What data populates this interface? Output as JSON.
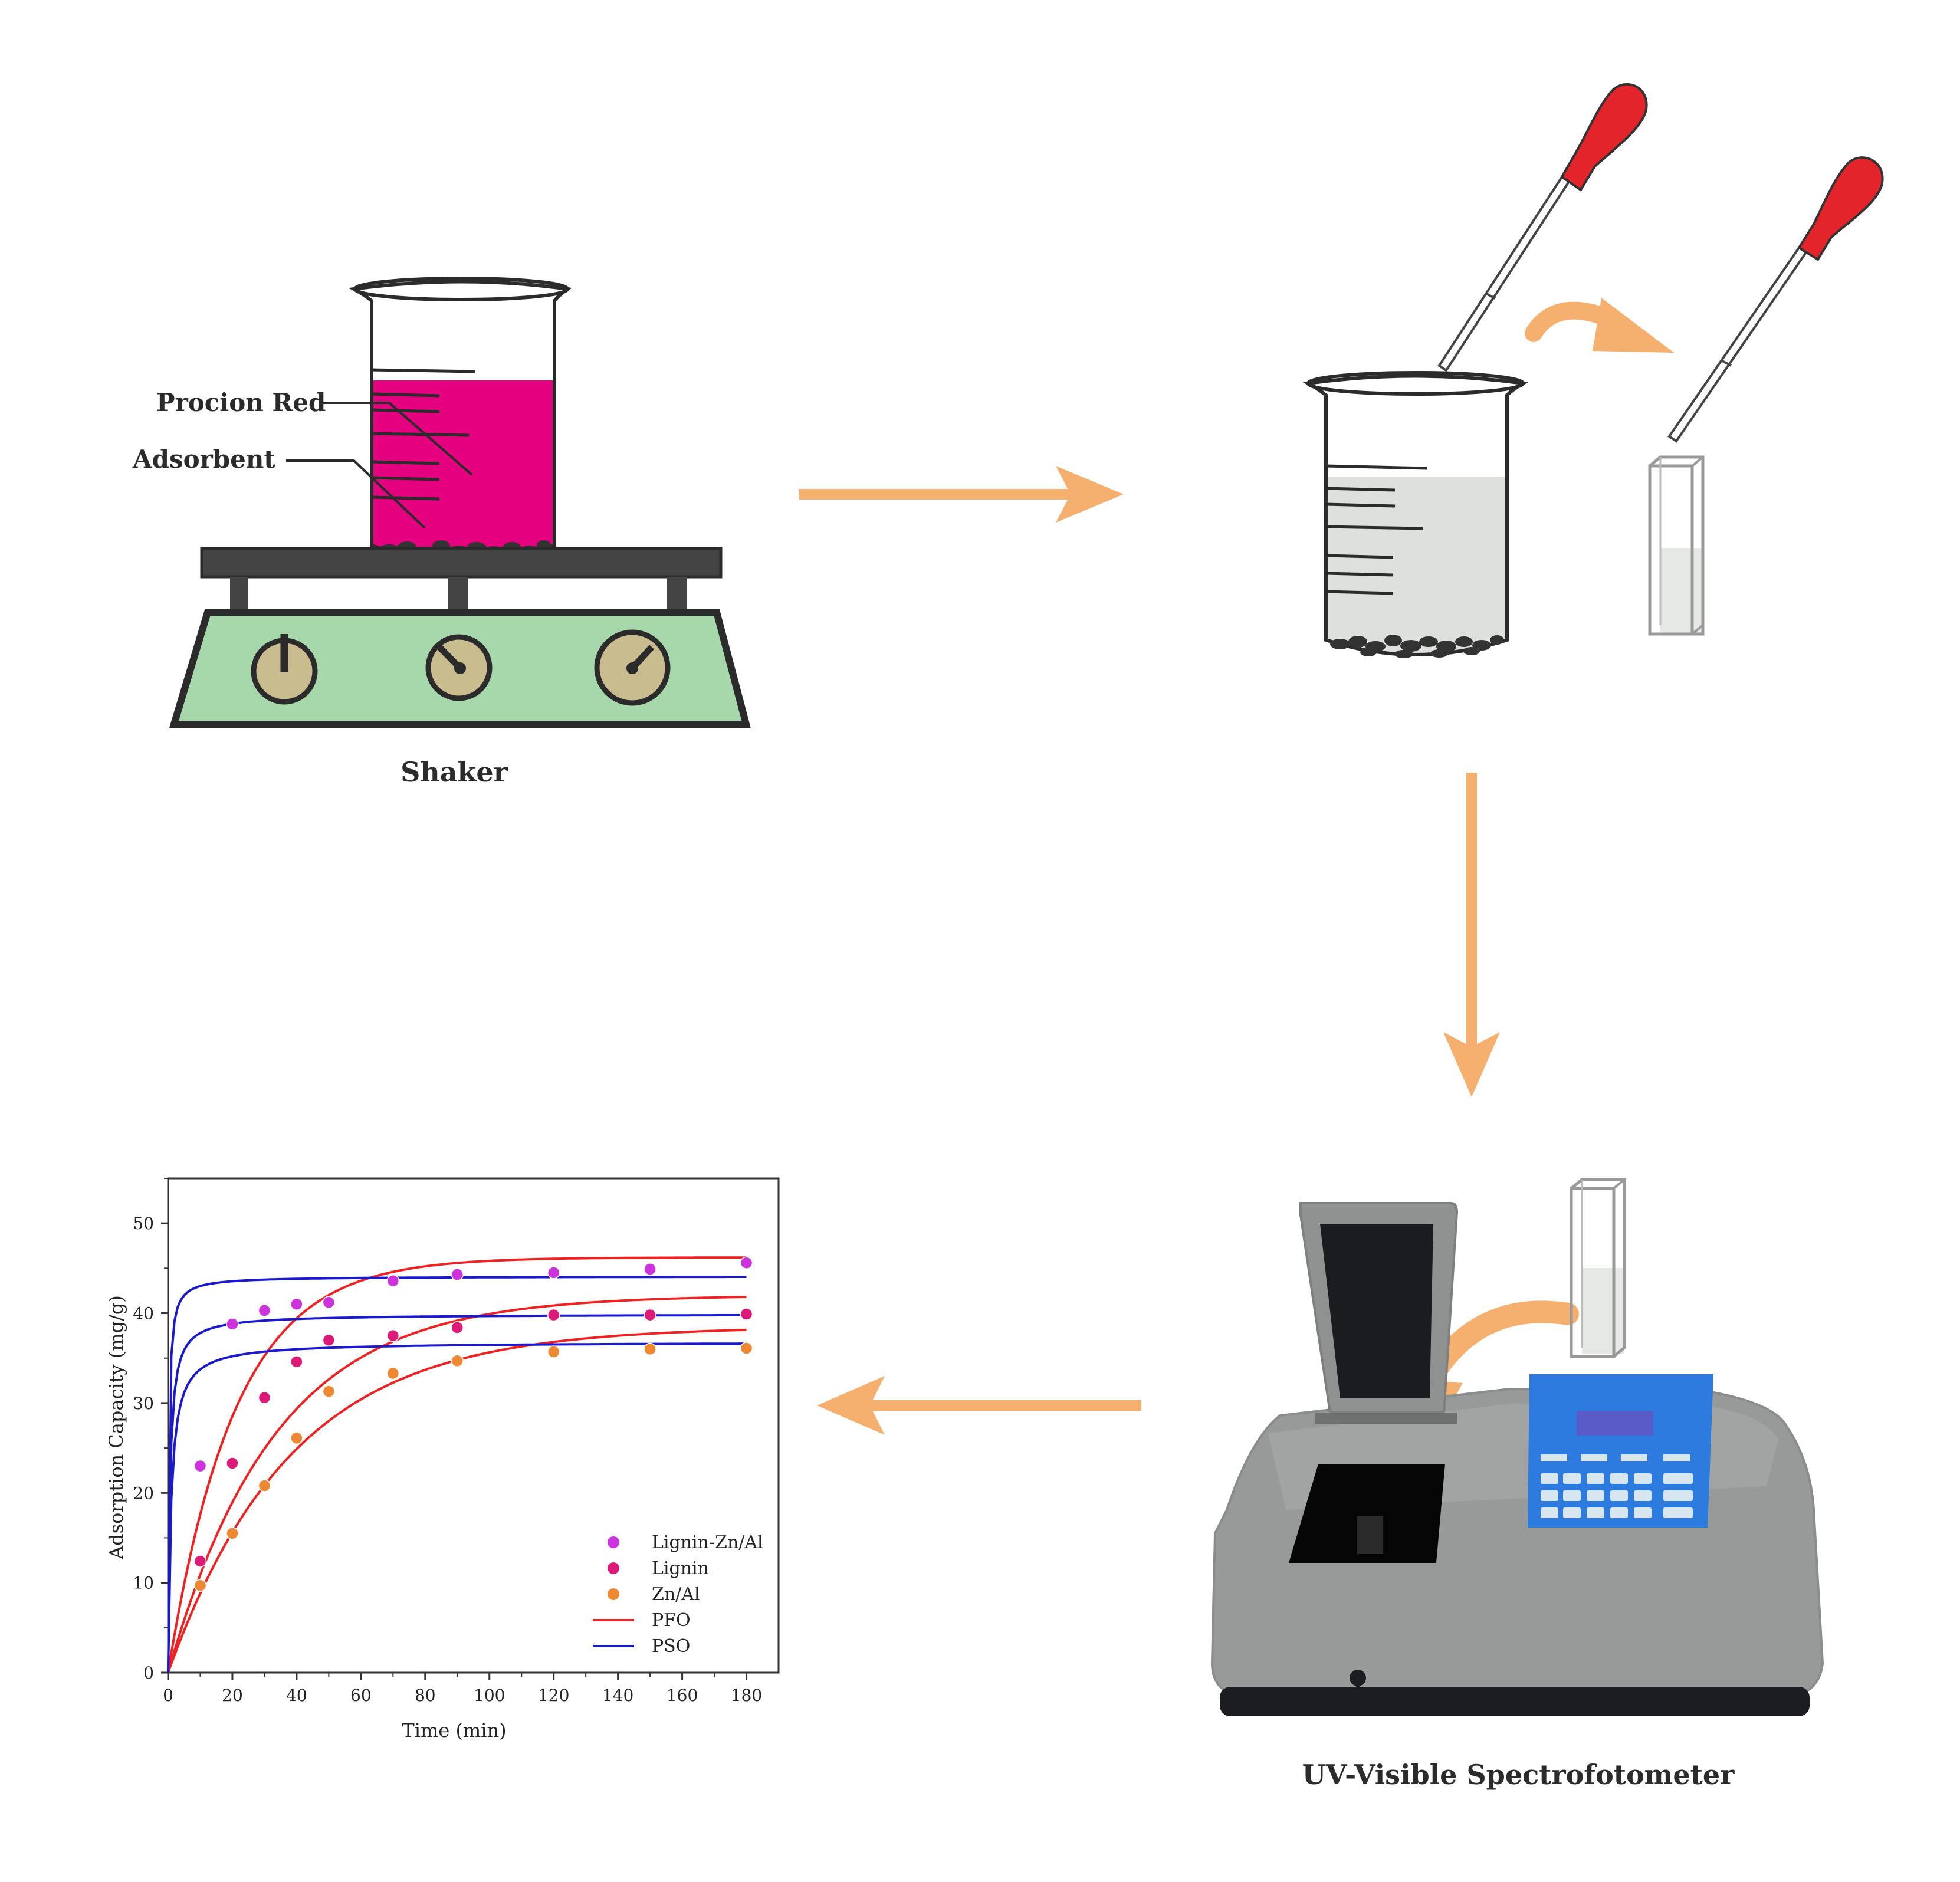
{
  "labels": {
    "procion_red": "Procion Red",
    "adsorbent": "Adsorbent",
    "shaker": "Shaker",
    "spectro": "UV-Visible Spectrofotometer"
  },
  "colors": {
    "arrow": "#f5b06f",
    "dye": "#e4007f",
    "pipette_bulb": "#e3242b",
    "shaker_panel": "#a7d8ac",
    "keypad": "#2e7be0",
    "pfo_line": "#ee2222",
    "pso_line": "#1a1acc"
  },
  "chart_data": {
    "type": "scatter",
    "xlabel": "Time (min)",
    "ylabel": "Adsorption Capacity (mg/g)",
    "xlim": [
      0,
      190
    ],
    "ylim": [
      0,
      55
    ],
    "xticks": [
      0,
      20,
      40,
      60,
      80,
      100,
      120,
      140,
      160,
      180
    ],
    "yticks": [
      0,
      10,
      20,
      30,
      40,
      50
    ],
    "legend_position": "bottom-right",
    "series": [
      {
        "name": "Lignin-Zn/Al",
        "color": "#cc33dd",
        "x": [
          10,
          20,
          30,
          40,
          50,
          70,
          90,
          120,
          150,
          180
        ],
        "y": [
          23.0,
          38.8,
          40.3,
          41.0,
          41.2,
          43.6,
          44.3,
          44.5,
          44.9,
          45.6
        ]
      },
      {
        "name": "Lignin",
        "color": "#dd1a77",
        "x": [
          10,
          20,
          30,
          40,
          50,
          70,
          90,
          120,
          150,
          180
        ],
        "y": [
          12.4,
          23.3,
          30.6,
          34.6,
          37.0,
          37.5,
          38.4,
          39.8,
          39.8,
          39.9
        ]
      },
      {
        "name": "Zn/Al",
        "color": "#ee8833",
        "x": [
          10,
          20,
          30,
          40,
          50,
          70,
          90,
          120,
          150,
          180
        ],
        "y": [
          9.7,
          15.5,
          20.8,
          26.1,
          31.3,
          33.3,
          34.7,
          35.7,
          36.0,
          36.1
        ]
      }
    ],
    "fits": [
      {
        "name": "PFO",
        "color": "#ee2222",
        "model": "pfo",
        "curves": [
          {
            "qe": 46.2,
            "k": 0.048
          },
          {
            "qe": 42.0,
            "k": 0.03
          },
          {
            "qe": 38.5,
            "k": 0.026
          }
        ]
      },
      {
        "name": "PSO",
        "color": "#1a1acc",
        "model": "pso",
        "curves": [
          {
            "qe": 44.1,
            "k": 0.09
          },
          {
            "qe": 39.9,
            "k": 0.045
          },
          {
            "qe": 36.8,
            "k": 0.03
          }
        ]
      }
    ],
    "legend": [
      "Lignin-Zn/Al",
      "Lignin",
      "Zn/Al",
      "PFO",
      "PSO"
    ]
  }
}
